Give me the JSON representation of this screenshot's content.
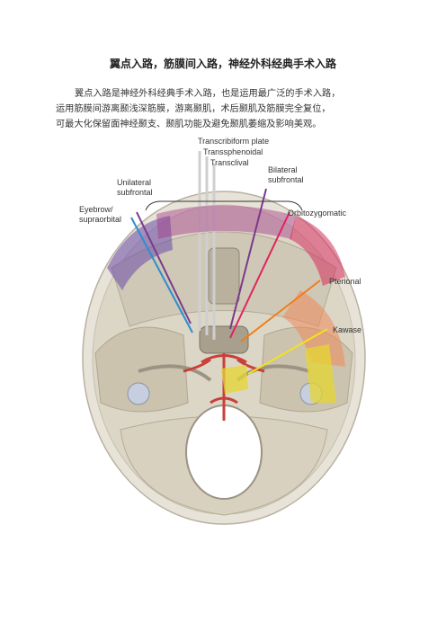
{
  "article": {
    "title": "翼点入路，筋膜间入路，神经外科经典手术入路",
    "paragraph_lines": [
      "翼点入路是神经外科经典手术入路，也是运用最广泛的手术入路，",
      "运用筋膜间游离颞浅深筋膜，游离颞肌，术后颞肌及筋膜完全复位，",
      "可最大化保留面神经颞支、颞肌功能及避免颞肌萎缩及影响美观。"
    ]
  },
  "figure": {
    "labels": {
      "transcribiform": "Transcribiform plate",
      "transsphenoidal": "Transsphenoidal",
      "transclival": "Transclival",
      "unilateral_1": "Unilateral",
      "unilateral_2": "subfrontal",
      "bilateral_1": "Bilateral",
      "bilateral_2": "subfrontal",
      "eyebrow_1": "Eyebrow/",
      "eyebrow_2": "supraorbital",
      "orbitozygomatic": "Orbitozygomatic",
      "pterional": "Pterional",
      "kawase": "Kawase"
    },
    "colors": {
      "unilateral": "#7a3a8a",
      "bilateral": "#7a3a8a",
      "eyebrow": "#2a8fd0",
      "orbitozygomatic": "#e0245e",
      "pterional": "#f07d1a",
      "kawase": "#f2e21c",
      "midline": "#cfcfcf"
    }
  }
}
